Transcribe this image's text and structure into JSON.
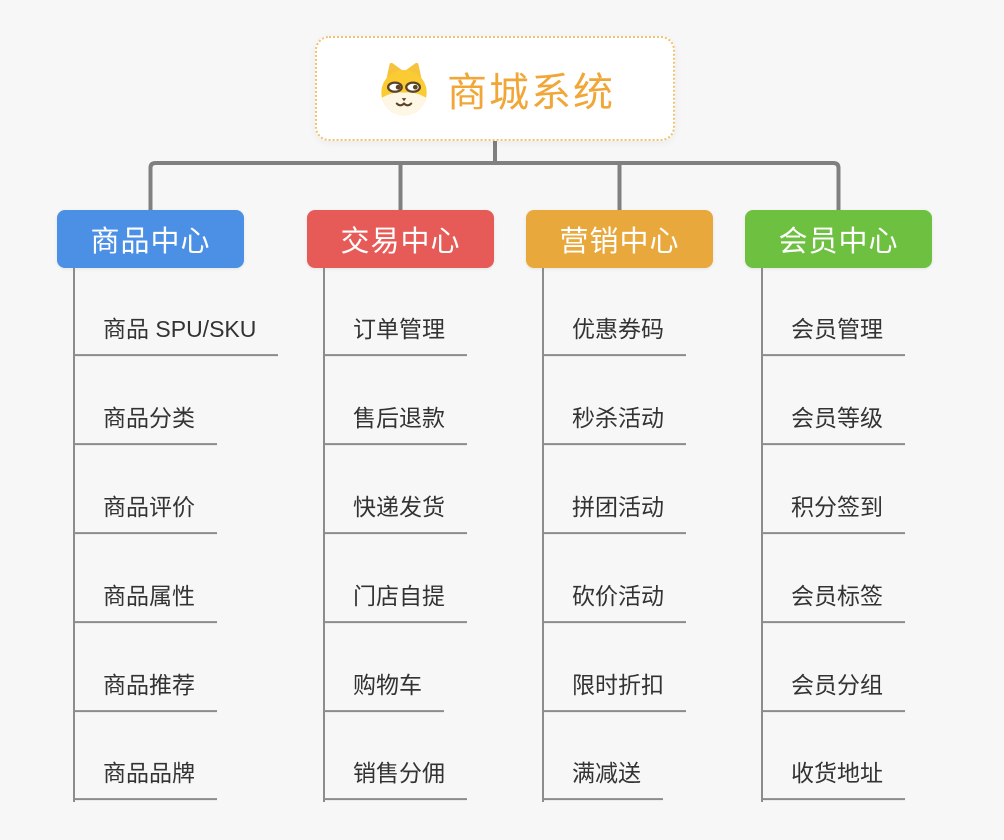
{
  "canvas": {
    "background": "#F7F7F7",
    "connector_color": "#808080"
  },
  "root": {
    "title": "商城系统",
    "title_color": "#F0A737",
    "border_color": "#F3C172",
    "icon": "shiba-dog-icon"
  },
  "branches": [
    {
      "label": "商品中心",
      "color": "#4B90E5",
      "items": [
        "商品 SPU/SKU",
        "商品分类",
        "商品评价",
        "商品属性",
        "商品推荐",
        "商品品牌"
      ]
    },
    {
      "label": "交易中心",
      "color": "#E65B57",
      "items": [
        "订单管理",
        "售后退款",
        "快递发货",
        "门店自提",
        "购物车",
        "销售分佣"
      ]
    },
    {
      "label": "营销中心",
      "color": "#E9A83C",
      "items": [
        "优惠券码",
        "秒杀活动",
        "拼团活动",
        "砍价活动",
        "限时折扣",
        "满减送"
      ]
    },
    {
      "label": "会员中心",
      "color": "#6EC140",
      "items": [
        "会员管理",
        "会员等级",
        "积分签到",
        "会员标签",
        "会员分组",
        "收货地址"
      ]
    }
  ]
}
